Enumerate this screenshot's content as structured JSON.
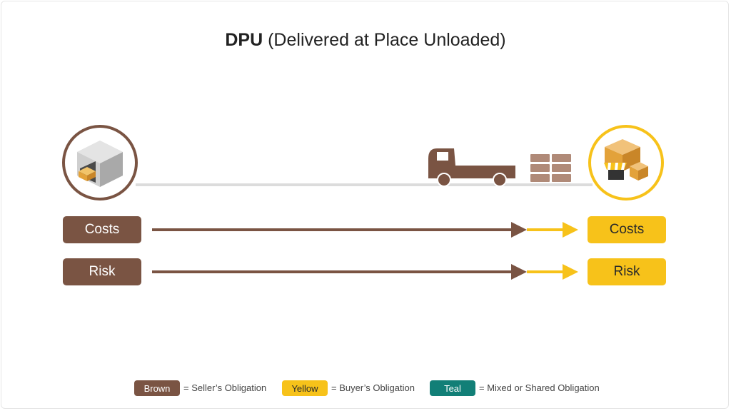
{
  "title": {
    "bold": "DPU",
    "rest": "(Delivered at Place Unloaded)"
  },
  "rows": [
    {
      "left_label": "Costs",
      "right_label": "Costs"
    },
    {
      "left_label": "Risk",
      "right_label": "Risk"
    }
  ],
  "icons": {
    "origin": "warehouse-icon",
    "truck": "truck-icon",
    "goods": "pallet-boxes-icon",
    "destination": "shop-boxes-icon"
  },
  "legend": [
    {
      "swatch": "Brown",
      "text": "= Seller’s Obligation",
      "color": "#7a5443"
    },
    {
      "swatch": "Yellow",
      "text": "= Buyer’s Obligation",
      "color": "#f7c21a"
    },
    {
      "swatch": "Teal",
      "text": "= Mixed or Shared Obligation",
      "color": "#127f77"
    }
  ],
  "colors": {
    "seller": "#7a5443",
    "buyer": "#f7c21a",
    "shared": "#127f77"
  }
}
